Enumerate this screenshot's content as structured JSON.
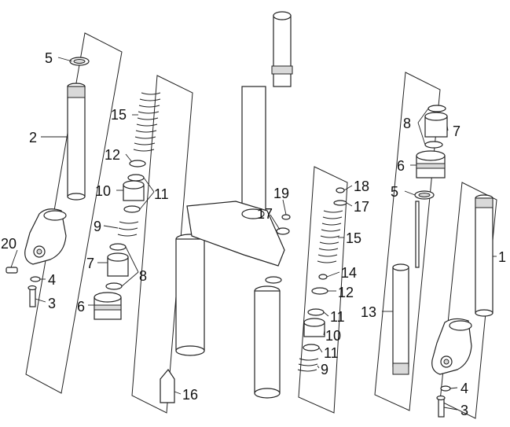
{
  "labels": {
    "l_5a": "5",
    "l_2": "2",
    "l_20": "20",
    "l_4a": "4",
    "l_3a": "3",
    "l_15a": "15",
    "l_12a": "12",
    "l_10a": "10",
    "l_11a": "11",
    "l_9a": "9",
    "l_7a": "7",
    "l_8a": "8",
    "l_6a": "6",
    "l_16": "16",
    "l_19": "19",
    "l_17a": "17",
    "l_18": "18",
    "l_17b": "17",
    "l_15b": "15",
    "l_14": "14",
    "l_12b": "12",
    "l_11b": "11",
    "l_10b": "10",
    "l_11c": "11",
    "l_9b": "9",
    "l_13": "13",
    "l_8b": "8",
    "l_7b": "7",
    "l_6b": "6",
    "l_5b": "5",
    "l_1": "1",
    "l_4b": "4",
    "l_3b": "3"
  }
}
